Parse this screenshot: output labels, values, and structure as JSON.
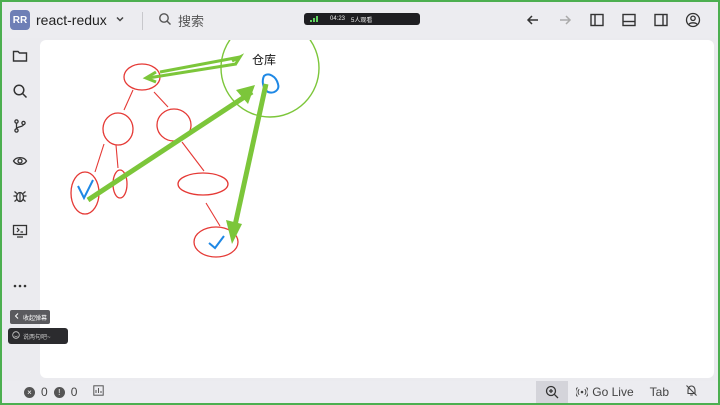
{
  "titlebar": {
    "project_badge": "RR",
    "project_name": "react-redux",
    "search_label": "搜索"
  },
  "live_pill": {
    "time": "04:23",
    "viewers": "5人观看"
  },
  "canvas": {
    "store_label": "仓库"
  },
  "tooltips": {
    "collapse": "收起弹幕",
    "comment": "说两句吧~"
  },
  "statusbar": {
    "errors": "0",
    "warnings": "0",
    "go_live": "Go Live",
    "tab": "Tab"
  },
  "colors": {
    "accent_green": "#4caf50",
    "annotation_red": "#e53935",
    "annotation_lime": "#7cc63a",
    "annotation_blue": "#1e88e5"
  }
}
